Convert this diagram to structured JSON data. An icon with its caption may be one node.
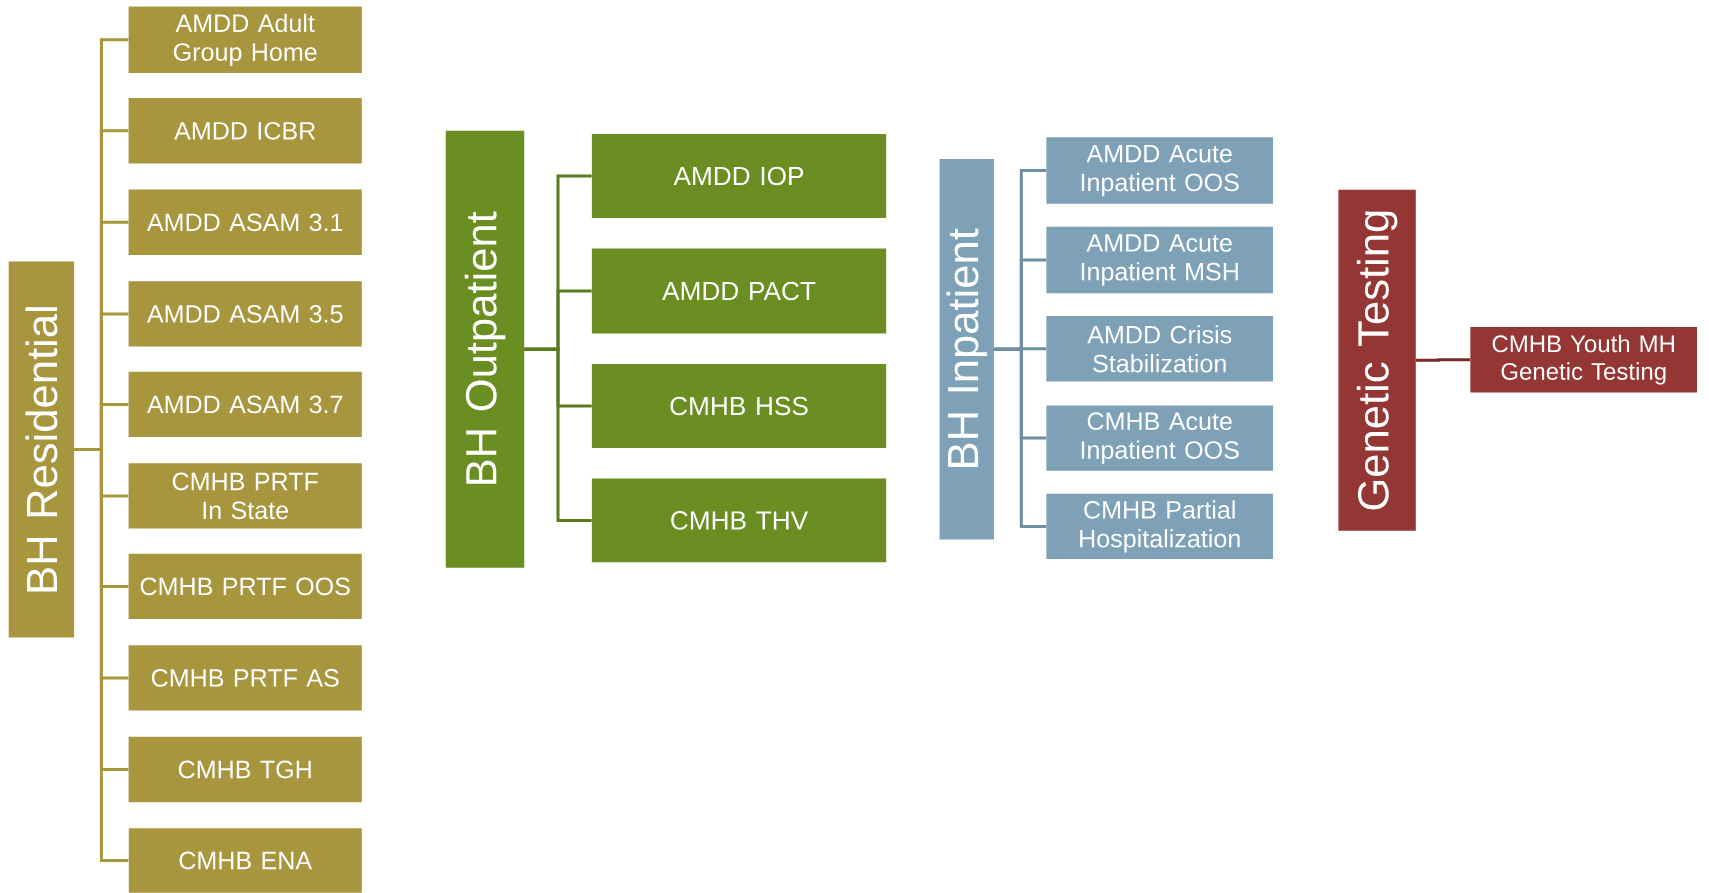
{
  "diagram": {
    "nodes": [
      {
        "text": [
          "BH Residential"
        ]
      },
      {
        "text": [
          "AMDD Adult Group Home"
        ]
      },
      {
        "text": [
          "AMDD ICBR"
        ]
      },
      {
        "text": [
          "AMDD ASAM 3.1"
        ]
      },
      {
        "text": [
          "AMDD ASAM 3.5"
        ]
      },
      {
        "text": [
          "AMDD ASAM 3.7"
        ]
      },
      {
        "text": [
          "CMHB PRTF In State"
        ]
      },
      {
        "text": [
          "CMHB PRTF OOS"
        ]
      },
      {
        "text": [
          "CMHB PRTF AS"
        ]
      },
      {
        "text": [
          "CMHB TGH"
        ]
      },
      {
        "text": [
          "CMHB ENA"
        ]
      },
      {
        "text": [
          "BH Outpatient"
        ]
      },
      {
        "text": [
          "AMDD IOP"
        ]
      },
      {
        "text": [
          "AMDD PACT"
        ]
      },
      {
        "text": [
          "CMHB HSS"
        ]
      },
      {
        "text": [
          "CMHB THV"
        ]
      },
      {
        "text": [
          "BH Inpatient"
        ]
      },
      {
        "text": [
          "AMDD Acute Inpatient OOS"
        ]
      },
      {
        "text": [
          "AMDD Acute Inpatient MSH"
        ]
      },
      {
        "text": [
          "AMDD Crisis Stabilization"
        ]
      },
      {
        "text": [
          "CMHB Acute Inpatient OOS"
        ]
      },
      {
        "text": [
          "CMHB Partial Hospitalization"
        ]
      },
      {
        "text": [
          "Genetic Testing"
        ]
      },
      {
        "text": [
          "CMHB Youth MH Genetic Testing"
        ]
      }
    ],
    "edges": [
      {
        "from": 0,
        "to": 1,
        "arrow": "none"
      },
      {
        "from": 0,
        "to": 2,
        "arrow": "none"
      },
      {
        "from": 0,
        "to": 3,
        "arrow": "none"
      },
      {
        "from": 0,
        "to": 4,
        "arrow": "none"
      },
      {
        "from": 0,
        "to": 5,
        "arrow": "none"
      },
      {
        "from": 0,
        "to": 6,
        "arrow": "none"
      },
      {
        "from": 0,
        "to": 7,
        "arrow": "none"
      },
      {
        "from": 0,
        "to": 8,
        "arrow": "none"
      },
      {
        "from": 0,
        "to": 9,
        "arrow": "none"
      },
      {
        "from": 0,
        "to": 10,
        "arrow": "none"
      },
      {
        "from": 11,
        "to": 12,
        "arrow": "none",
        "color": "#5a7a1e"
      },
      {
        "from": 11,
        "to": 13,
        "arrow": "none",
        "color": "#5a7a1e"
      },
      {
        "from": 11,
        "to": 14,
        "arrow": "none",
        "color": "#5a7a1e"
      },
      {
        "from": 11,
        "to": 15,
        "arrow": "none",
        "color": "#5a7a1e"
      },
      {
        "from": 16,
        "to": 17,
        "arrow": "none",
        "color": "#6d8ea3"
      },
      {
        "from": 16,
        "to": 18,
        "arrow": "none",
        "color": "#6d8ea3"
      },
      {
        "from": 16,
        "to": 19,
        "arrow": "none",
        "color": "#6d8ea3"
      },
      {
        "from": 16,
        "to": 20,
        "arrow": "none",
        "color": "#6d8ea3"
      },
      {
        "from": 16,
        "to": 21,
        "arrow": "none",
        "color": "#6d8ea3"
      },
      {
        "from": 22,
        "to": 23,
        "arrow": "none",
        "color": "#7a2a28"
      }
    ]
  }
}
